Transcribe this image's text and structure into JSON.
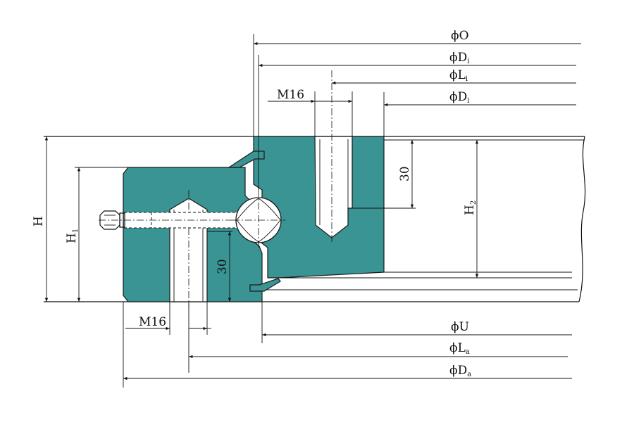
{
  "colors": {
    "ring": "#3a9494",
    "line": "#111111",
    "background": "#ffffff"
  },
  "dimensions": {
    "phi_O": {
      "symbol": "ϕ",
      "main": "O",
      "sub": ""
    },
    "phi_Di": {
      "symbol": "ϕ",
      "main": "D",
      "sub": "i"
    },
    "phi_Li": {
      "symbol": "ϕ",
      "main": "L",
      "sub": "i"
    },
    "phi_Di2": {
      "symbol": "ϕ",
      "main": "D",
      "sub": "i"
    },
    "phi_U": {
      "symbol": "ϕ",
      "main": "U",
      "sub": ""
    },
    "phi_La": {
      "symbol": "ϕ",
      "main": "L",
      "sub": "a"
    },
    "phi_Da": {
      "symbol": "ϕ",
      "main": "D",
      "sub": "a"
    },
    "H": {
      "main": "H",
      "sub": ""
    },
    "H1": {
      "main": "H",
      "sub": "1"
    },
    "H2": {
      "main": "H",
      "sub": "2"
    }
  },
  "thread_top": "M16",
  "thread_bottom": "M16",
  "depth_inner": "30",
  "depth_outer": "30"
}
